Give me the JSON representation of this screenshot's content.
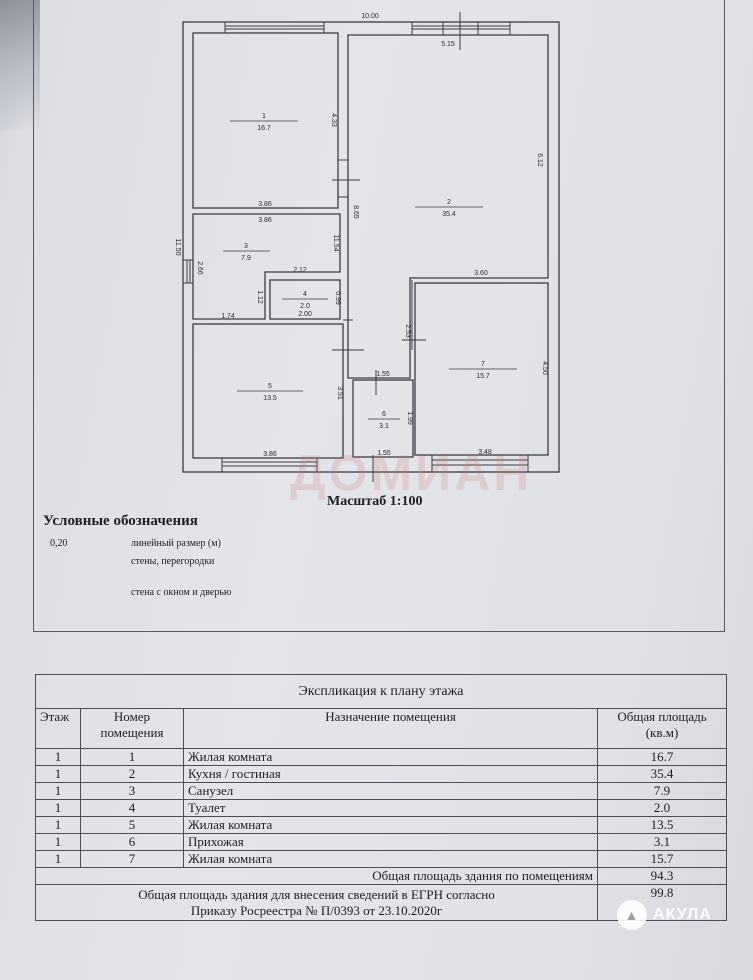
{
  "plan": {
    "dimensions": {
      "top_total": "10.00",
      "top_right": "5.15",
      "left_total": "11.50",
      "r1_height": "4.33",
      "r1_width_bottom": "3.86",
      "r3_width_top": "3.86",
      "r2_height": "8.65",
      "r2_right": "6.12",
      "r3_right": "11.54",
      "r3_left": "2.66",
      "r3_bottom": "2.12",
      "r3_inner": "1.12",
      "r3_bottom_left": "1.74",
      "r4_height": "0.99",
      "r4_width": "2.00",
      "r2_notch": "3.60",
      "corridor_h": "2.53",
      "r5_height": "3.51",
      "r5_bottom": "3.86",
      "r6_top": "1.55",
      "r6_height": "1.99",
      "r6_bottom": "1.55",
      "r7_height": "4.50",
      "r7_bottom": "3.48"
    },
    "rooms": [
      {
        "number": "1",
        "area": "16.7"
      },
      {
        "number": "2",
        "area": "35.4"
      },
      {
        "number": "3",
        "area": "7.9"
      },
      {
        "number": "4",
        "area": "2.0"
      },
      {
        "number": "5",
        "area": "13.5"
      },
      {
        "number": "6",
        "area": "3.1"
      },
      {
        "number": "7",
        "area": "15.7"
      }
    ],
    "scale": "Масштаб 1:100",
    "watermark": "ДОМИАН"
  },
  "legend": {
    "title": "Условные обозначения",
    "sample_value": "0,20",
    "items": [
      "линейный размер (м)",
      "стены, перегородки",
      "стена с окном и дверью"
    ]
  },
  "explication": {
    "title": "Экспликация к плану этажа",
    "headers": [
      "Этаж",
      "Номер помещения",
      "Назначение помещения",
      "Общая площадь (кв.м)"
    ],
    "rows": [
      {
        "floor": "1",
        "num": "1",
        "name": "Жилая комната",
        "area": "16.7"
      },
      {
        "floor": "1",
        "num": "2",
        "name": "Кухня / гостиная",
        "area": "35.4"
      },
      {
        "floor": "1",
        "num": "3",
        "name": "Санузел",
        "area": "7.9"
      },
      {
        "floor": "1",
        "num": "4",
        "name": "Туалет",
        "area": "2.0"
      },
      {
        "floor": "1",
        "num": "5",
        "name": "Жилая комната",
        "area": "13.5"
      },
      {
        "floor": "1",
        "num": "6",
        "name": "Прихожая",
        "area": "3.1"
      },
      {
        "floor": "1",
        "num": "7",
        "name": "Жилая комната",
        "area": "15.7"
      }
    ],
    "total_label": "Общая площадь здания по помещениям",
    "total_value": "94.3",
    "egrn_label_1": "Общая площадь здания для внесения сведений в ЕГРН  согласно",
    "egrn_label_2": "Приказу Росреестра № П/0393 от 23.10.2020г",
    "egrn_value": "99.8"
  },
  "brand": {
    "name": "АКУЛА"
  }
}
